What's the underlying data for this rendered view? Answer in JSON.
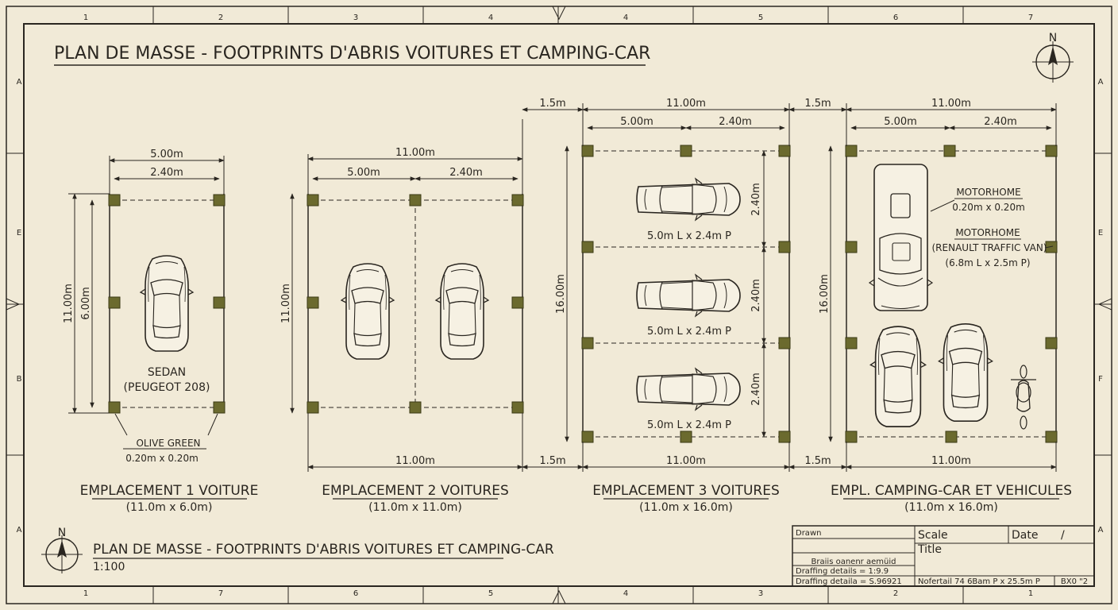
{
  "sheet": {
    "title": "PLAN DE MASSE - FOOTPRINTS D'ABRIS VOITURES ET CAMPING-CAR",
    "bottom_title": "PLAN DE MASSE - FOOTPRINTS D'ABRIS VOITURES ET CAMPING-CAR",
    "scale": "1:100",
    "north": "N",
    "colors": {
      "paper": "#f1ead7",
      "ink": "#2a2620",
      "post": "#6b6a2e",
      "post_stroke": "#3b3a16"
    }
  },
  "grid": {
    "top": [
      "1",
      "2",
      "3",
      "4",
      "4",
      "5",
      "6",
      "7"
    ],
    "bottom": [
      "1",
      "7",
      "6",
      "5",
      "4",
      "3",
      "2",
      "1"
    ],
    "left": [
      "A",
      "E",
      "B",
      "A"
    ],
    "right": [
      "A",
      "E",
      "F",
      "A"
    ]
  },
  "plan1": {
    "dim_top_outer": "5.00m",
    "dim_top_inner": "2.40m",
    "dim_left_outer": "11.00m",
    "dim_left_inner": "6.00m",
    "car_label_1": "SEDAN",
    "car_label_2": "(PEUGEOT 208)",
    "post_label_1": "OLIVE GREEN",
    "post_label_2": "0.20m x 0.20m",
    "name": "EMPLACEMENT 1 VOITURE",
    "size": "(11.0m x 6.0m)"
  },
  "plan2": {
    "dim_top_outer": "11.00m",
    "dim_top_a": "5.00m",
    "dim_top_b": "2.40m",
    "dim_left": "11.00m",
    "dim_bottom": "11.00m",
    "name": "EMPLACEMENT 2 VOITURES",
    "size": "(11.0m x 11.0m)"
  },
  "plan3": {
    "dim_gap_top": "1.5m",
    "dim_top_outer": "11.00m",
    "dim_top_a": "5.00m",
    "dim_top_b": "2.40m",
    "dim_left": "16.00m",
    "dim_right_1": "2.40m",
    "dim_right_2": "2.40m",
    "dim_right_3": "2.40m",
    "bay_label_1": "5.0m L x 2.4m P",
    "bay_label_2": "5.0m L x 2.4m P",
    "bay_label_3": "5.0m L x 2.4m P",
    "dim_gap_bottom": "1.5m",
    "dim_bottom": "11.00m",
    "name": "EMPLACEMENT 3 VOITURES",
    "size": "(11.0m x 16.0m)"
  },
  "plan4": {
    "dim_gap_top": "1.5m",
    "dim_top_outer": "11.00m",
    "dim_top_a": "5.00m",
    "dim_top_b": "2.40m",
    "dim_left": "16.00m",
    "note1_line1": "MOTORHOME",
    "note1_line2": "0.20m x 0.20m",
    "note2_line1": "MOTORHOME",
    "note2_line2": "(RENAULT TRAFFIC VAN)",
    "note2_line3": "(6.8m L x 2.5m P)",
    "dim_gap_bottom": "1.5m",
    "dim_bottom": "11.00m",
    "name": "EMPL. CAMPING-CAR ET VEHICULES",
    "size": "(11.0m x 16.0m)"
  },
  "title_block": {
    "drawn": "Drawn",
    "scale": "Scale",
    "date": "Date",
    "date_slash": "/",
    "title": "Title",
    "line1": "Braiis oanenr aemüid",
    "line2": "Draffing details = 1:9.9",
    "line3": "Draffing detaila = S.96921",
    "line4": "Nofertail 74 6Bam P x 25.5m P",
    "sheet_no": "BX0 \"2"
  }
}
